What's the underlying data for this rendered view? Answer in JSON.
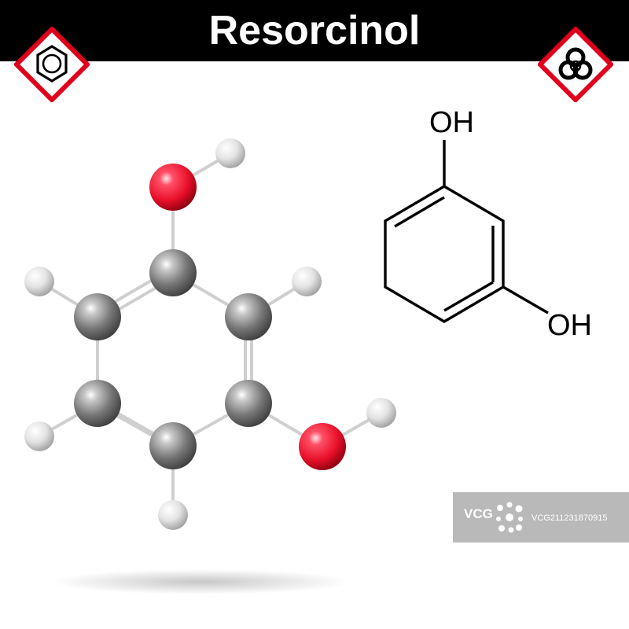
{
  "header": {
    "title": "Resorcinol",
    "background": "#000000",
    "title_color": "#ffffff"
  },
  "hazard_icons": {
    "left_icon": "benzene-ring-icon",
    "right_icon": "biohazard-icon",
    "border_color": "#e0001b"
  },
  "model_3d": {
    "carbon_color": "#8a8a8a",
    "oxygen_color": "#e8102a",
    "hydrogen_color": "#e6e6e6"
  },
  "structural_formula": {
    "top_group": "OH",
    "bottom_group": "OH"
  },
  "watermark": {
    "logo": "VCG",
    "code": "VCG211231870915"
  }
}
